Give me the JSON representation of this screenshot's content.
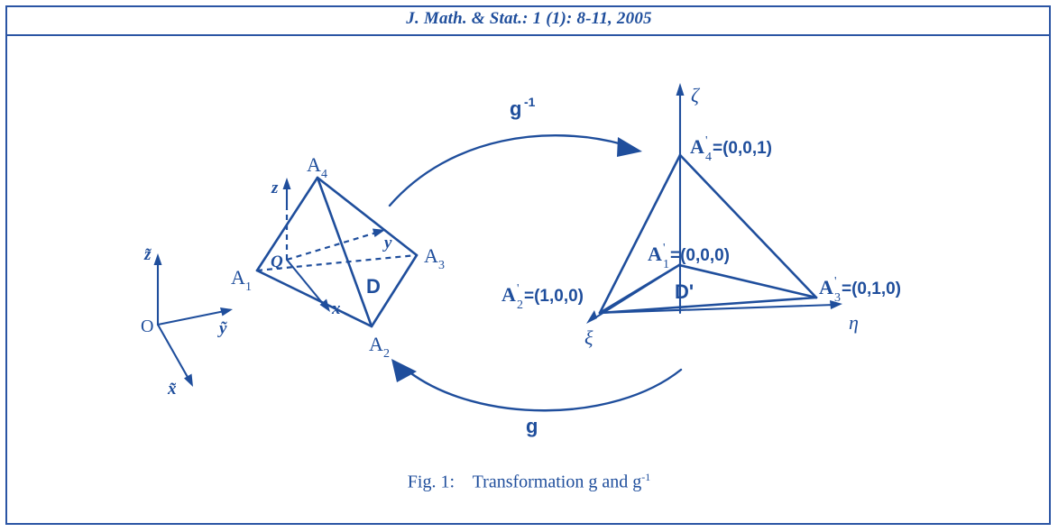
{
  "page": {
    "header_title": "J. Math. & Stat.: 1 (1): 8-11, 2005",
    "caption_prefix": "Fig. 1:",
    "caption_text": "Transformation g and g",
    "caption_sup": "-1",
    "border_color": "#2b55a4",
    "ink_color": "#1f4e9c",
    "background": "#ffffff"
  },
  "global_frame": {
    "origin_label": "O",
    "axis_x": "x̃",
    "axis_y": "ỹ",
    "axis_z": "z̃"
  },
  "tetra_source": {
    "region_label": "D",
    "local_origin_label": "Q",
    "local_axis_x": "x",
    "local_axis_y": "y",
    "local_axis_z": "z",
    "vertices": [
      {
        "base": "A",
        "sub": "1"
      },
      {
        "base": "A",
        "sub": "2"
      },
      {
        "base": "A",
        "sub": "3"
      },
      {
        "base": "A",
        "sub": "4"
      }
    ]
  },
  "tetra_target": {
    "region_label": "D'",
    "axis_xi": "ξ",
    "axis_eta": "η",
    "axis_zeta": "ζ",
    "vertices": [
      {
        "base": "A",
        "sub": "1",
        "prime": "'",
        "coords": "=(0,0,0)"
      },
      {
        "base": "A",
        "sub": "2",
        "prime": "'",
        "coords": "=(1,0,0)"
      },
      {
        "base": "A",
        "sub": "3",
        "prime": "'",
        "coords": "=(0,1,0)"
      },
      {
        "base": "A",
        "sub": "4",
        "prime": "'",
        "coords": "=(0,0,1)"
      }
    ]
  },
  "maps": {
    "forward_label": "g",
    "inverse_label": "g",
    "inverse_sup": "-1"
  }
}
